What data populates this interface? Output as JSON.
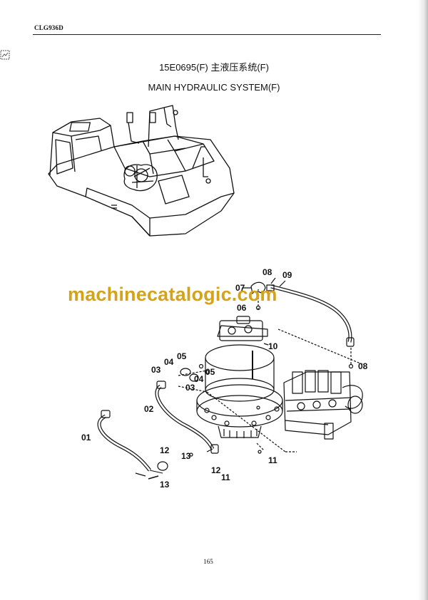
{
  "header": {
    "doc_code": "CLG936D"
  },
  "title": {
    "chinese": "15E0695(F)  主液压系统(F)",
    "english": "MAIN HYDRAULIC SYSTEM(F)"
  },
  "watermark": "machinecatalogic.com",
  "callouts": {
    "p01": "01",
    "p02": "02",
    "p03a": "03",
    "p03b": "03",
    "p04a": "04",
    "p04b": "04",
    "p05a": "05",
    "p05b": "05",
    "p06": "06",
    "p07": "07",
    "p08a": "08",
    "p08b": "08",
    "p09": "09",
    "p10": "10",
    "p11a": "11",
    "p11b": "11",
    "p12": "12",
    "p13a": "13",
    "p13b": "13"
  },
  "footer": {
    "page_number": "165"
  }
}
